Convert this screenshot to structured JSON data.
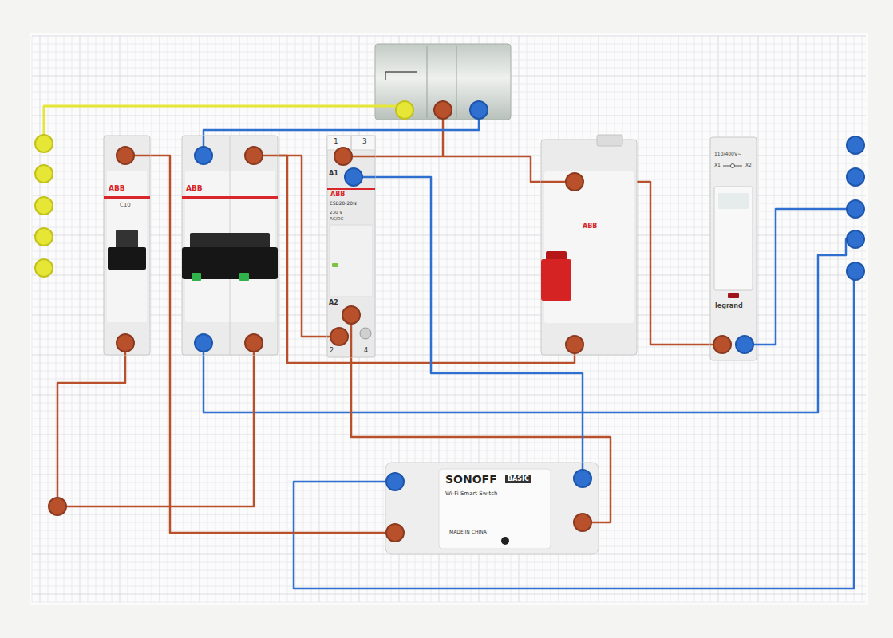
{
  "diagram": {
    "nodes": [
      {
        "text": [
          "ABB",
          "C10"
        ]
      },
      {
        "text": [
          "ABB"
        ]
      },
      {
        "text": [
          "1",
          "3",
          "A1",
          "ABB",
          "ESB20-20N",
          "230 V",
          "AC/DC",
          "A2",
          "2",
          "4"
        ]
      },
      {
        "text": [
          "ABB"
        ]
      },
      {
        "text": [
          "110/400V~",
          "X1",
          "X2",
          "legrand"
        ]
      },
      {
        "text": [
          "SONOFF",
          "BASIC",
          "Wi-Fi Smart Switch",
          "MADE IN CHINA"
        ]
      }
    ],
    "edges": [
      {
        "from": 0,
        "to": 5,
        "arrow": "none"
      },
      {
        "from": 0,
        "to": 1,
        "arrow": "none"
      },
      {
        "from": 1,
        "to": 2,
        "arrow": "none"
      },
      {
        "from": 3,
        "to": 1,
        "arrow": "none"
      },
      {
        "from": 2,
        "to": 3,
        "arrow": "none"
      },
      {
        "from": 3,
        "to": 4,
        "arrow": "none"
      },
      {
        "from": 2,
        "to": 5,
        "arrow": "none"
      },
      {
        "from": 2,
        "to": 5,
        "arrow": "none"
      }
    ]
  }
}
